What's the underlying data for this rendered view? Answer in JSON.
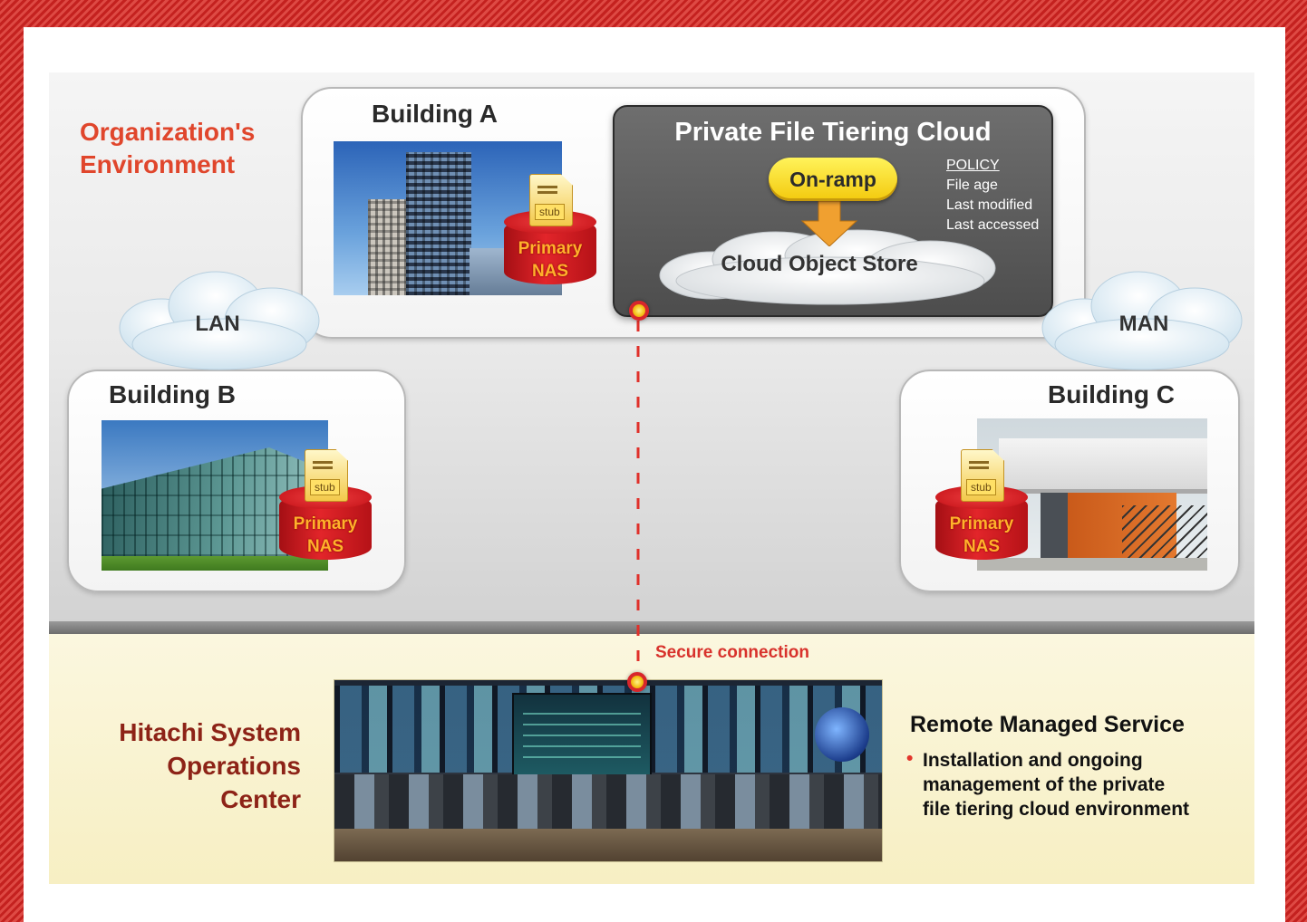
{
  "org": {
    "line1": "Organization's",
    "line2": "Environment"
  },
  "building_a": {
    "title": "Building A"
  },
  "building_b": {
    "title": "Building B"
  },
  "building_c": {
    "title": "Building C"
  },
  "nas": {
    "stub": "stub",
    "line1": "Primary",
    "line2": "NAS"
  },
  "private_cloud": {
    "title": "Private File Tiering Cloud",
    "onramp": "On-ramp",
    "object_store": "Cloud Object Store",
    "policy": {
      "heading": "POLICY",
      "items": [
        "File age",
        "Last modified",
        "Last accessed"
      ]
    }
  },
  "lan": "LAN",
  "man": "MAN",
  "secure_connection": "Secure connection",
  "hitachi": {
    "line1": "Hitachi System",
    "line2": "Operations",
    "line3": "Center"
  },
  "rms": {
    "title": "Remote Managed Service",
    "bullet_lines": [
      "Installation and ongoing",
      "management of the  private",
      "file tiering cloud environment"
    ]
  },
  "colors": {
    "frame_red": "#c4211f",
    "accent_orange_red": "#e0462c",
    "nas_red": "#e2252a",
    "onramp_yellow": "#f3c90d",
    "secure_red": "#d8322c",
    "ops_band": "#f7efc3"
  },
  "icons": [
    "document-stub-icon",
    "nas-cylinder-icon",
    "cloud-icon",
    "down-arrow-icon",
    "connection-dot-icon"
  ]
}
